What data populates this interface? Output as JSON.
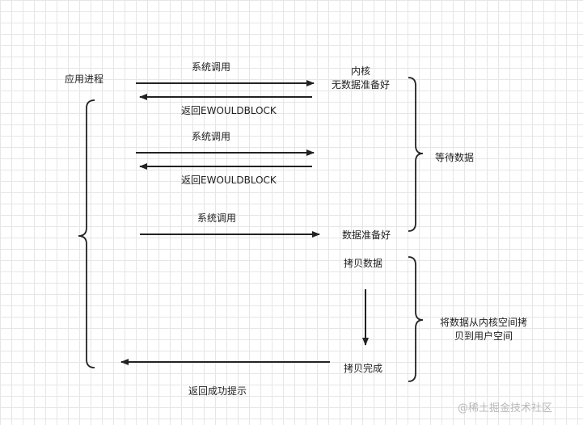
{
  "labels": {
    "app_process": "应用进程",
    "syscall_1": "系统调用",
    "kernel_1": "内核",
    "kernel_2": "无数据准备好",
    "ewould_1": "返回EWOULDBLOCK",
    "syscall_2": "系统调用",
    "ewould_2": "返回EWOULDBLOCK",
    "wait_data": "等待数据",
    "syscall_3": "系统调用",
    "data_ready": "数据准备好",
    "copy_data": "拷贝数据",
    "copy_desc_1": "将数据从内核空间拷",
    "copy_desc_2": "贝到用户空间",
    "copy_done": "拷贝完成",
    "return_ok": "返回成功提示"
  },
  "watermark": "@稀土掘金技术社区",
  "colors": {
    "line": "#222222",
    "grid": "#e6e6e6",
    "watermark": "#b8b8b8"
  }
}
